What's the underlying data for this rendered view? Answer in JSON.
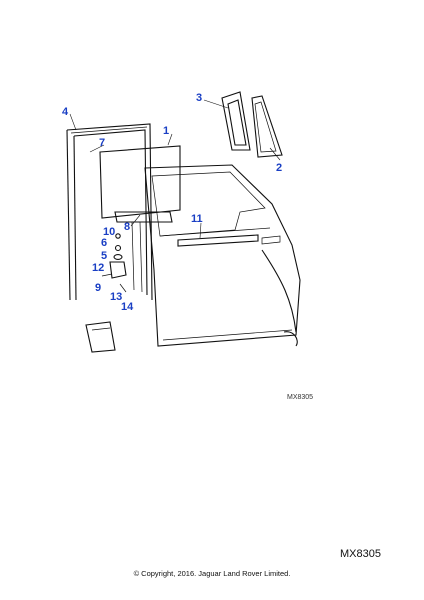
{
  "diagram": {
    "callouts": [
      "1",
      "2",
      "3",
      "4",
      "5",
      "6",
      "7",
      "8",
      "9",
      "10",
      "11",
      "12",
      "13",
      "14"
    ],
    "illustration_ref": "MX8305"
  },
  "footer": {
    "code": "MX8305",
    "copyright": "© Copyright, 2016. Jaguar Land Rover Limited."
  },
  "colors": {
    "callout": "#1a3fc4",
    "line": "#111111",
    "background": "#ffffff"
  }
}
